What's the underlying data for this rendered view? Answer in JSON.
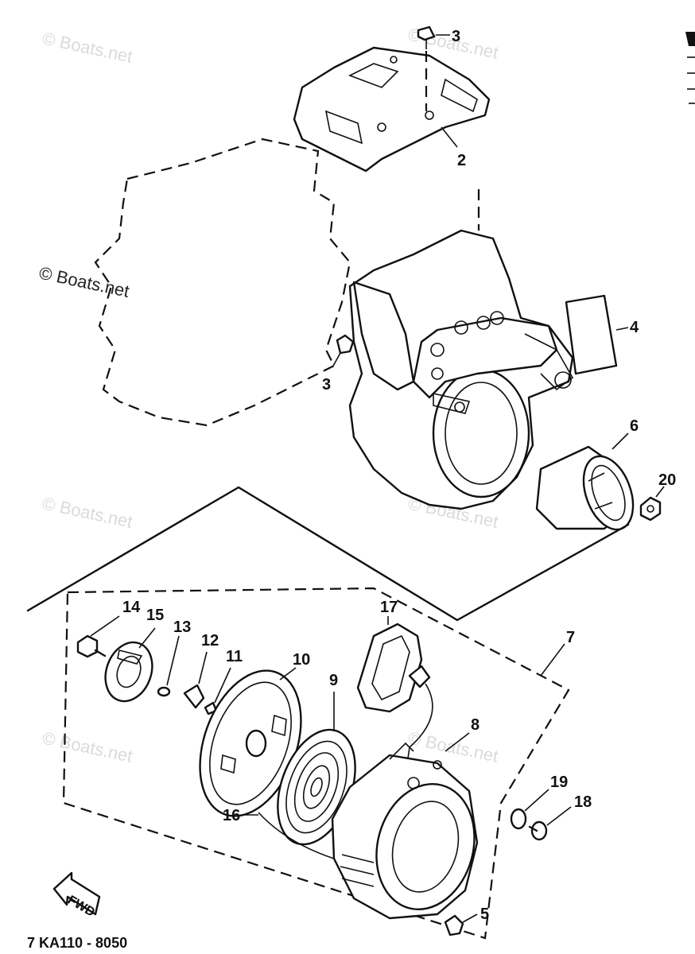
{
  "watermark": {
    "text": "© Boats.net"
  },
  "callouts": [
    "3",
    "2",
    "4",
    "3",
    "6",
    "20",
    "7",
    "14",
    "15",
    "13",
    "12",
    "11",
    "10",
    "9",
    "17",
    "8",
    "19",
    "18",
    "16",
    "5"
  ],
  "fwd_label": "FWD",
  "drawing_code": "7 KA110 - 8050",
  "colors": {
    "ink": "#111111",
    "watermark": "#bdbdbd"
  }
}
